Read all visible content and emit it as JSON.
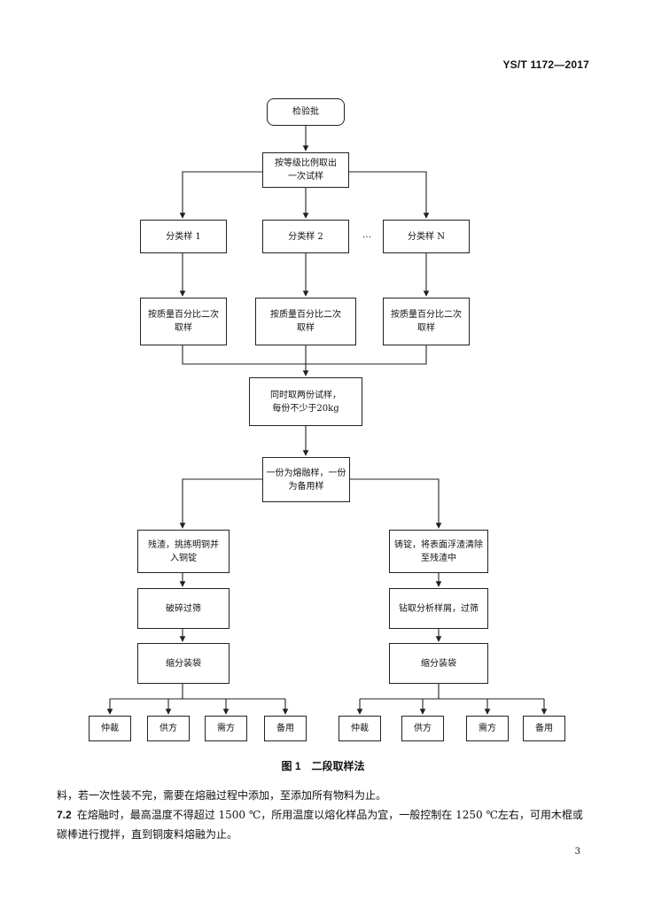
{
  "header": {
    "standard_code": "YS/T 1172—2017"
  },
  "flowchart": {
    "start": "检验批",
    "step1": "按等级比例取出\n一次试样",
    "classes": [
      "分类样 1",
      "分类样 2",
      "分类样 N"
    ],
    "ellipsis": "…",
    "secondary": [
      "按质量百分比二次\n取样",
      "按质量百分比二次\n取样",
      "按质量百分比二次\n取样"
    ],
    "merge": "同时取两份试样，\n每份不少于20kg",
    "split": "一份为熔融样，一份\n为备用样",
    "left_branch": [
      "残渣，挑拣明铜并\n入铜锭",
      "破碎过筛",
      "缩分装袋"
    ],
    "right_branch": [
      "铸锭，将表面浮渣清除\n至残渣中",
      "钻取分析样屑，过筛",
      "缩分装袋"
    ],
    "left_leaves": [
      "仲裁",
      "供方",
      "需方",
      "备用"
    ],
    "right_leaves": [
      "仲裁",
      "供方",
      "需方",
      "备用"
    ]
  },
  "caption": "图 1　二段取样法",
  "body": {
    "para1": "料，若一次性装不完，需要在熔融过程中添加，至添加所有物料为止。",
    "sec_no": "7.2",
    "para2": "在熔融时，最高温度不得超过 1500 ℃，所用温度以熔化样品为宜，一般控制在 1250 ℃左右，可用木棍或碳棒进行搅拌，直到铜废料熔融为止。"
  },
  "page_number": "3"
}
